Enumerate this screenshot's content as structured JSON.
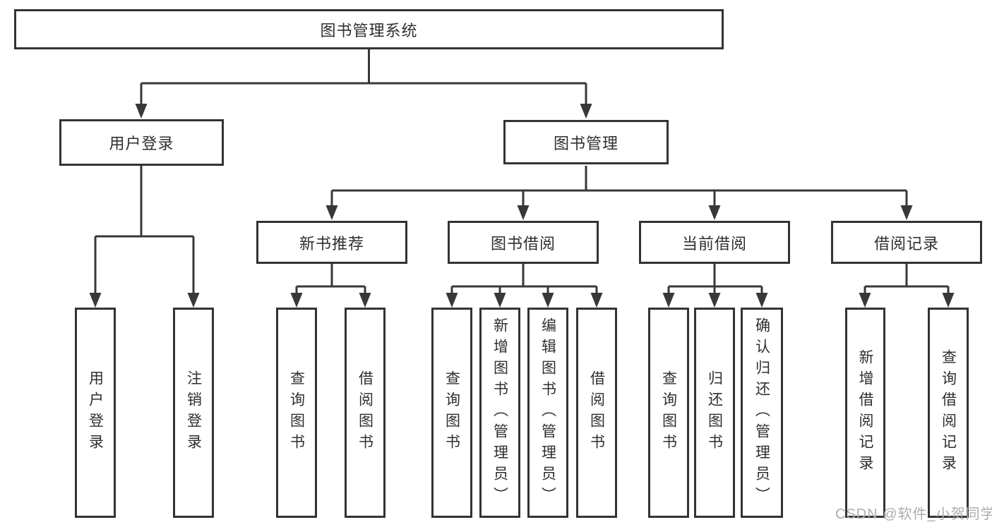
{
  "tree": {
    "root": {
      "label": "图书管理系统"
    },
    "branches": [
      {
        "label": "用户登录",
        "children": [
          {
            "label": "用户登录"
          },
          {
            "label": "注销登录"
          }
        ]
      },
      {
        "label": "图书管理",
        "children": [
          {
            "label": "新书推荐",
            "children": [
              {
                "label": "查询图书"
              },
              {
                "label": "借阅图书"
              }
            ]
          },
          {
            "label": "图书借阅",
            "children": [
              {
                "label": "查询图书"
              },
              {
                "label": "新增图书（管理员）"
              },
              {
                "label": "编辑图书（管理员）"
              },
              {
                "label": "借阅图书"
              }
            ]
          },
          {
            "label": "当前借阅",
            "children": [
              {
                "label": "查询图书"
              },
              {
                "label": "归还图书"
              },
              {
                "label": "确认归还（管理员）"
              }
            ]
          },
          {
            "label": "借阅记录",
            "children": [
              {
                "label": "新增借阅记录"
              },
              {
                "label": "查询借阅记录"
              }
            ]
          }
        ]
      }
    ]
  },
  "watermark": {
    "text": "CSDN @软件_小贺同学"
  },
  "colors": {
    "line": "#383838",
    "box_border": "#333333",
    "text": "#2f2f2f",
    "watermark": "#adadad",
    "background": "#ffffff"
  }
}
